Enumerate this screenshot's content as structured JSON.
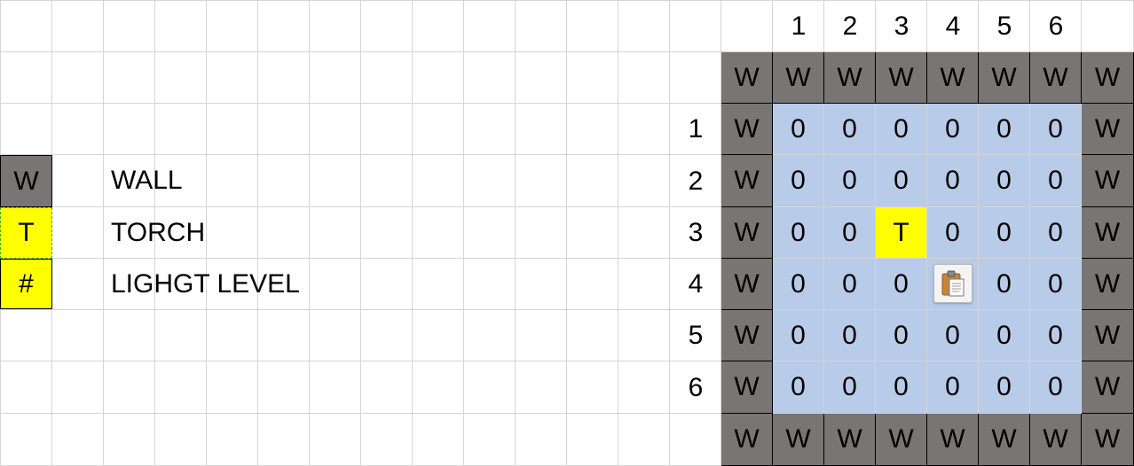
{
  "legend": [
    {
      "symbol": "W",
      "label": "WALL"
    },
    {
      "symbol": "T",
      "label": "TORCH"
    },
    {
      "symbol": "#",
      "label": "LIGHGT LEVEL"
    }
  ],
  "grid": {
    "column_headers": [
      "1",
      "2",
      "3",
      "4",
      "5",
      "6"
    ],
    "row_headers": [
      "1",
      "2",
      "3",
      "4",
      "5",
      "6"
    ],
    "wall_symbol": "W",
    "rows": [
      [
        "W",
        "W",
        "W",
        "W",
        "W",
        "W",
        "W",
        "W"
      ],
      [
        "W",
        "0",
        "0",
        "0",
        "0",
        "0",
        "0",
        "W"
      ],
      [
        "W",
        "0",
        "0",
        "0",
        "0",
        "0",
        "0",
        "W"
      ],
      [
        "W",
        "0",
        "0",
        "T",
        "0",
        "0",
        "0",
        "W"
      ],
      [
        "W",
        "0",
        "0",
        "0",
        "",
        "0",
        "0",
        "W"
      ],
      [
        "W",
        "0",
        "0",
        "0",
        "0",
        "0",
        "0",
        "W"
      ],
      [
        "W",
        "0",
        "0",
        "0",
        "0",
        "0",
        "0",
        "W"
      ],
      [
        "W",
        "W",
        "W",
        "W",
        "W",
        "W",
        "W",
        "W"
      ]
    ]
  },
  "overlay": {
    "icon": "clipboard-paste-icon",
    "row": 4,
    "col": 4
  },
  "colors": {
    "wall": "#797574",
    "floor": "#b8cbe8",
    "torch": "#ffff00",
    "gridline": "#d4d4d4"
  }
}
